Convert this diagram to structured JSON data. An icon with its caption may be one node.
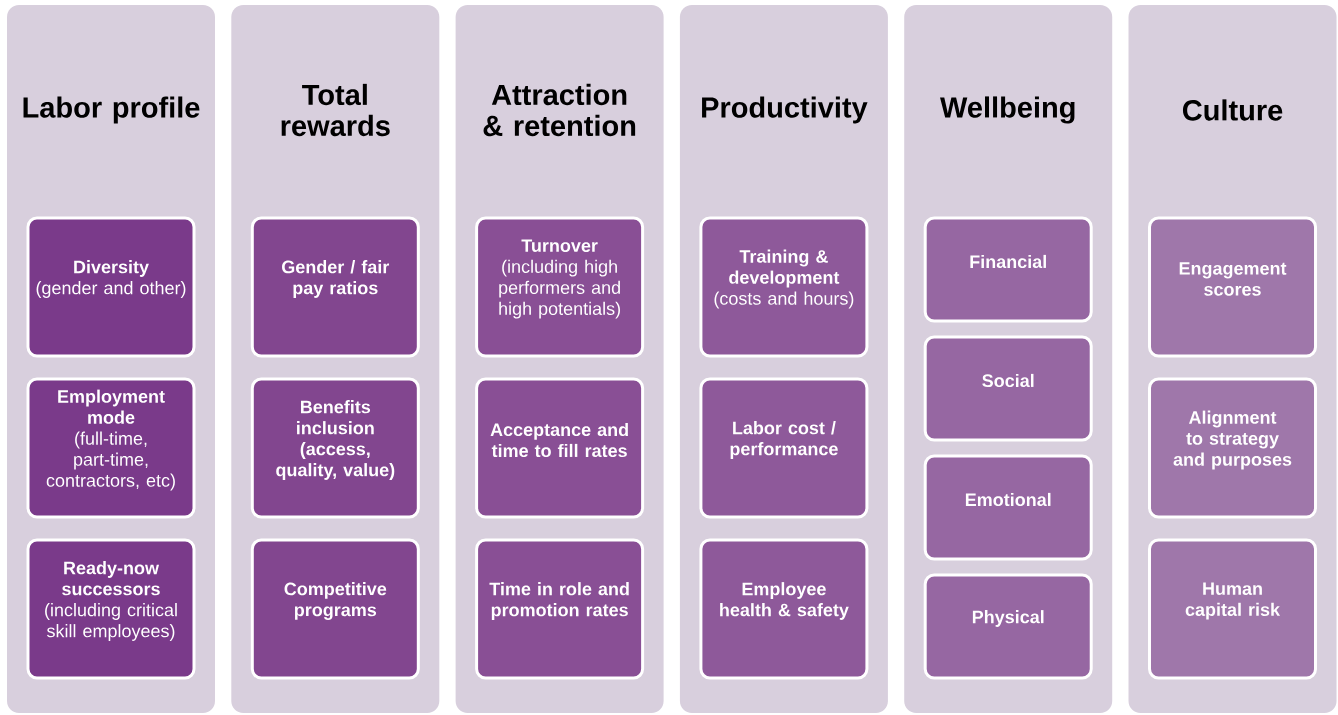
{
  "diagram": {
    "nodes": [
      {
        "text": [
          "Labor profile"
        ]
      },
      {
        "text": [
          "Diversity",
          "(gender and other)"
        ],
        "in": 0
      },
      {
        "text": [
          "Employment mode",
          "(full-time, part-time, contractors, etc)"
        ],
        "in": 0
      },
      {
        "text": [
          "Ready-now successors",
          "(including critical skill employees)"
        ],
        "in": 0
      },
      {
        "text": [
          "Total rewards"
        ]
      },
      {
        "text": [
          "Gender / fair pay ratios"
        ],
        "in": 4
      },
      {
        "text": [
          "Benefits inclusion (access, quality, value)"
        ],
        "in": 4
      },
      {
        "text": [
          "Competitive programs"
        ],
        "in": 4
      },
      {
        "text": [
          "Attraction & retention"
        ]
      },
      {
        "text": [
          "Turnover",
          "(including high performers and high potentials)"
        ],
        "in": 8
      },
      {
        "text": [
          "Acceptance and time to fill rates"
        ],
        "in": 8
      },
      {
        "text": [
          "Time in role and promotion rates"
        ],
        "in": 8
      },
      {
        "text": [
          "Productivity"
        ]
      },
      {
        "text": [
          "Training & development",
          "(costs and hours)"
        ],
        "in": 12
      },
      {
        "text": [
          "Labor cost / performance"
        ],
        "in": 12
      },
      {
        "text": [
          "Employee health & safety"
        ],
        "in": 12
      },
      {
        "text": [
          "Wellbeing"
        ]
      },
      {
        "text": [
          "Financial"
        ],
        "in": 16
      },
      {
        "text": [
          "Social"
        ],
        "in": 16
      },
      {
        "text": [
          "Emotional"
        ],
        "in": 16
      },
      {
        "text": [
          "Physical"
        ],
        "in": 16
      },
      {
        "text": [
          "Culture"
        ]
      },
      {
        "text": [
          "Engagement scores"
        ],
        "in": 21
      },
      {
        "text": [
          "Alignment to strategy and purposes"
        ],
        "in": 21
      },
      {
        "text": [
          "Human capital risk"
        ],
        "in": 21
      }
    ]
  }
}
